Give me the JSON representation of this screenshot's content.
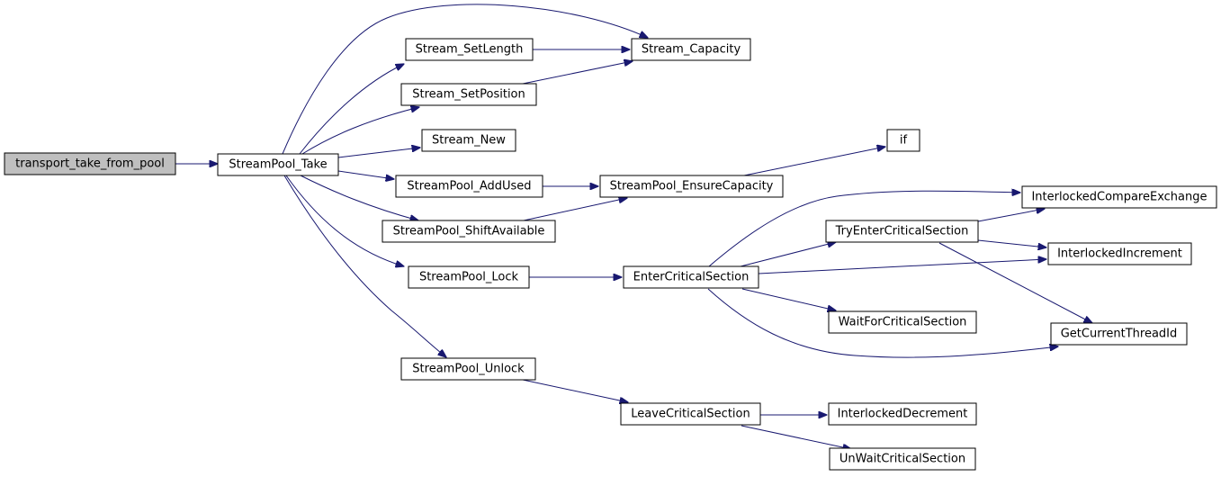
{
  "colors": {
    "edge": "#191970",
    "node_fill": "#ffffff",
    "root_fill": "#bfbfbf",
    "border": "#000000"
  },
  "nodes": {
    "transport_take_from_pool": "transport_take_from_pool",
    "streampool_take": "StreamPool_Take",
    "stream_setlength": "Stream_SetLength",
    "stream_capacity": "Stream_Capacity",
    "stream_setposition": "Stream_SetPosition",
    "stream_new": "Stream_New",
    "streampool_addused": "StreamPool_AddUsed",
    "streampool_ensurecapacity": "StreamPool_EnsureCapacity",
    "if_node": "if",
    "streampool_shiftavailable": "StreamPool_ShiftAvailable",
    "streampool_lock": "StreamPool_Lock",
    "entercriticalsection": "EnterCriticalSection",
    "tryentercriticalsection": "TryEnterCriticalSection",
    "interlockedcompareexchange": "InterlockedCompareExchange",
    "interlockedincrement": "InterlockedIncrement",
    "waitforcriticalsection": "WaitForCriticalSection",
    "getcurrentthreadid": "GetCurrentThreadId",
    "streampool_unlock": "StreamPool_Unlock",
    "leavecriticalsection": "LeaveCriticalSection",
    "interlockeddecrement": "InterlockedDecrement",
    "unwaitcriticalsection": "UnWaitCriticalSection"
  }
}
